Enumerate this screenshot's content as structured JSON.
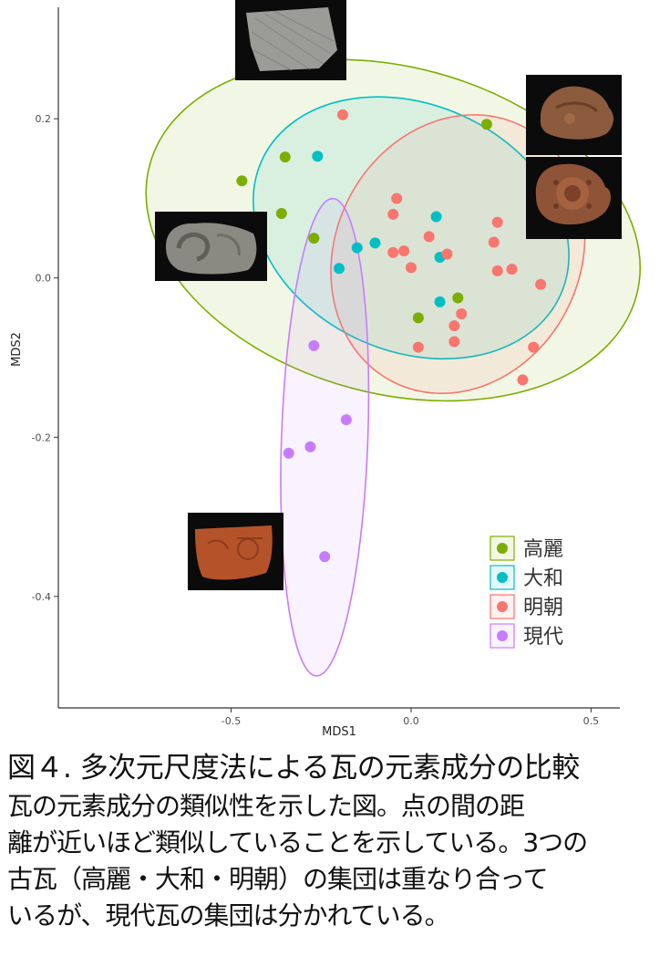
{
  "chart_data": {
    "type": "scatter",
    "xlabel": "MDS1",
    "ylabel": "MDS2",
    "xlim": [
      -0.98,
      0.58
    ],
    "ylim": [
      -0.54,
      0.34
    ],
    "xticks": [
      -0.5,
      0.0,
      0.5
    ],
    "xtick_labels": [
      "-0.5",
      "0.0",
      "0.5"
    ],
    "yticks": [
      0.2,
      0.0,
      -0.2,
      -0.4
    ],
    "ytick_labels": [
      "0.2",
      "0.0",
      "-0.2",
      "-0.4"
    ],
    "grid": false,
    "legend_position": "bottom-right",
    "series": [
      {
        "name": "高麗",
        "color": "#7CAE00",
        "points": [
          [
            0.21,
            0.193
          ],
          [
            -0.47,
            0.122
          ],
          [
            -0.35,
            0.152
          ],
          [
            -0.36,
            0.081
          ],
          [
            -0.27,
            0.05
          ],
          [
            0.02,
            -0.05
          ],
          [
            0.13,
            -0.025
          ]
        ],
        "ellipse": {
          "cx": -0.05,
          "cy": 0.06,
          "rx": 0.7,
          "ry": 0.205,
          "angle_deg": -15
        }
      },
      {
        "name": "大和",
        "color": "#00BFC4",
        "points": [
          [
            -0.26,
            0.153
          ],
          [
            -0.15,
            0.038
          ],
          [
            -0.2,
            0.012
          ],
          [
            -0.1,
            0.044
          ],
          [
            0.07,
            0.077
          ],
          [
            0.08,
            0.026
          ],
          [
            0.08,
            -0.03
          ]
        ],
        "ellipse": {
          "cx": 0.0,
          "cy": 0.063,
          "rx": 0.455,
          "ry": 0.155,
          "angle_deg": -24
        }
      },
      {
        "name": "明朝",
        "color": "#F8766D",
        "points": [
          [
            -0.19,
            0.205
          ],
          [
            -0.04,
            0.1
          ],
          [
            -0.05,
            0.08
          ],
          [
            -0.02,
            0.034
          ],
          [
            -0.05,
            0.032
          ],
          [
            0.0,
            0.013
          ],
          [
            0.05,
            0.052
          ],
          [
            0.1,
            0.03
          ],
          [
            0.24,
            0.07
          ],
          [
            0.23,
            0.045
          ],
          [
            0.24,
            0.009
          ],
          [
            0.28,
            0.011
          ],
          [
            0.36,
            -0.008
          ],
          [
            0.14,
            -0.045
          ],
          [
            0.12,
            -0.06
          ],
          [
            0.12,
            -0.08
          ],
          [
            0.02,
            -0.087
          ],
          [
            0.34,
            -0.087
          ],
          [
            0.31,
            -0.128
          ]
        ],
        "ellipse": {
          "cx": 0.13,
          "cy": 0.03,
          "rx": 0.34,
          "ry": 0.18,
          "angle_deg": -27
        }
      },
      {
        "name": "現代",
        "color": "#C77CFF",
        "points": [
          [
            -0.27,
            -0.085
          ],
          [
            -0.18,
            -0.178
          ],
          [
            -0.34,
            -0.22
          ],
          [
            -0.28,
            -0.212
          ],
          [
            -0.24,
            -0.35
          ]
        ],
        "ellipse": {
          "cx": -0.24,
          "cy": -0.2,
          "rx": 0.12,
          "ry": 0.3,
          "angle_deg": -2
        }
      }
    ]
  },
  "legend": {
    "items": [
      {
        "label": "高麗",
        "color": "#7CAE00"
      },
      {
        "label": "大和",
        "color": "#00BFC4"
      },
      {
        "label": "明朝",
        "color": "#F8766D"
      },
      {
        "label": "現代",
        "color": "#C77CFF"
      }
    ]
  },
  "photos": [
    {
      "name": "photo-goryeo-tile-fragment"
    },
    {
      "name": "photo-ming-roof-tile-front"
    },
    {
      "name": "photo-ming-roof-tile-ornament"
    },
    {
      "name": "photo-yamato-tile-fragment"
    },
    {
      "name": "photo-modern-tile-fragment"
    }
  ],
  "caption": {
    "title": "図４. 多次元尺度法による瓦の元素成分の比較",
    "lines": [
      "瓦の元素成分の類似性を示した図。点の間の距",
      "離が近いほど類似していることを示している。3つの",
      "古瓦（高麗・大和・明朝）の集団は重なり合って",
      "いるが、現代瓦の集団は分かれている。"
    ]
  }
}
